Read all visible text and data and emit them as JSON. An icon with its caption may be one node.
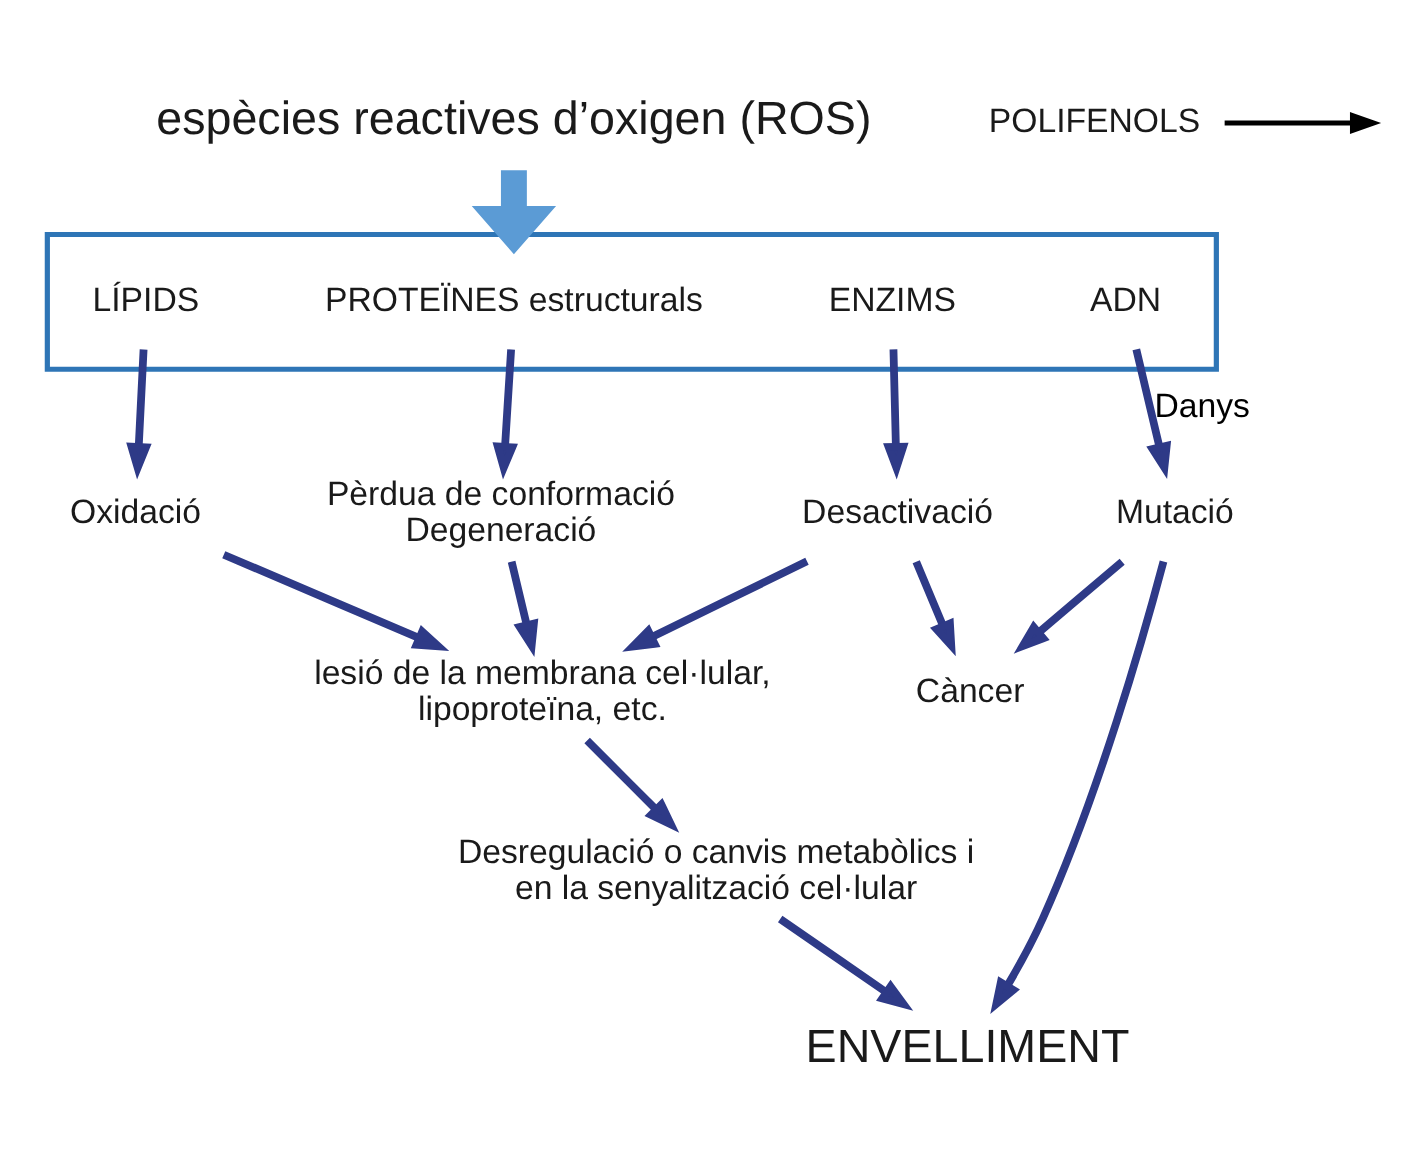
{
  "diagram": {
    "nodes": [
      {
        "text": [
          "espècies reactives d’oxigen (ROS)"
        ]
      },
      {
        "text": [
          "POLIFENOLS"
        ]
      },
      {
        "text": [],
        "shape": "box"
      },
      {
        "text": [
          "LÍPIDS"
        ],
        "in": 2
      },
      {
        "text": [
          "PROTEÏNES estructurals"
        ],
        "in": 2
      },
      {
        "text": [
          "ENZIMS"
        ],
        "in": 2
      },
      {
        "text": [
          "ADN"
        ],
        "in": 2
      },
      {
        "text": [
          "Oxidació"
        ]
      },
      {
        "text": [
          "Pèrdua de conformació Degeneració"
        ]
      },
      {
        "text": [
          "Desactivació"
        ]
      },
      {
        "text": [
          "Mutació"
        ]
      },
      {
        "text": [
          "lesió de la membrana cel·lular, lipoproteïna, etc."
        ]
      },
      {
        "text": [
          "Desregulació o canvis metabòlics i en la senyalització cel·lular"
        ]
      },
      {
        "text": [
          "Càncer"
        ]
      },
      {
        "text": [
          "ENVELLIMENT"
        ]
      }
    ],
    "edges": [
      {
        "from": 0,
        "to": 2,
        "arrow": "to",
        "style": "thick",
        "color": "#5b9bd5"
      },
      {
        "from": 1,
        "to": null,
        "arrow": "to",
        "color": "#000000"
      },
      {
        "from": 3,
        "to": 7,
        "arrow": "to"
      },
      {
        "from": 4,
        "to": 8,
        "arrow": "to"
      },
      {
        "from": 5,
        "to": 9,
        "arrow": "to"
      },
      {
        "from": 6,
        "to": 10,
        "arrow": "to",
        "label": "Danys"
      },
      {
        "from": 7,
        "to": 11,
        "arrow": "to"
      },
      {
        "from": 8,
        "to": 11,
        "arrow": "to"
      },
      {
        "from": 9,
        "to": 11,
        "arrow": "to"
      },
      {
        "from": 11,
        "to": 12,
        "arrow": "to"
      },
      {
        "from": 12,
        "to": 14,
        "arrow": "to"
      },
      {
        "from": 9,
        "to": 13,
        "arrow": "to"
      },
      {
        "from": 10,
        "to": 14,
        "arrow": "to"
      },
      {
        "from": 10,
        "to": 13,
        "arrow": "to"
      }
    ]
  }
}
